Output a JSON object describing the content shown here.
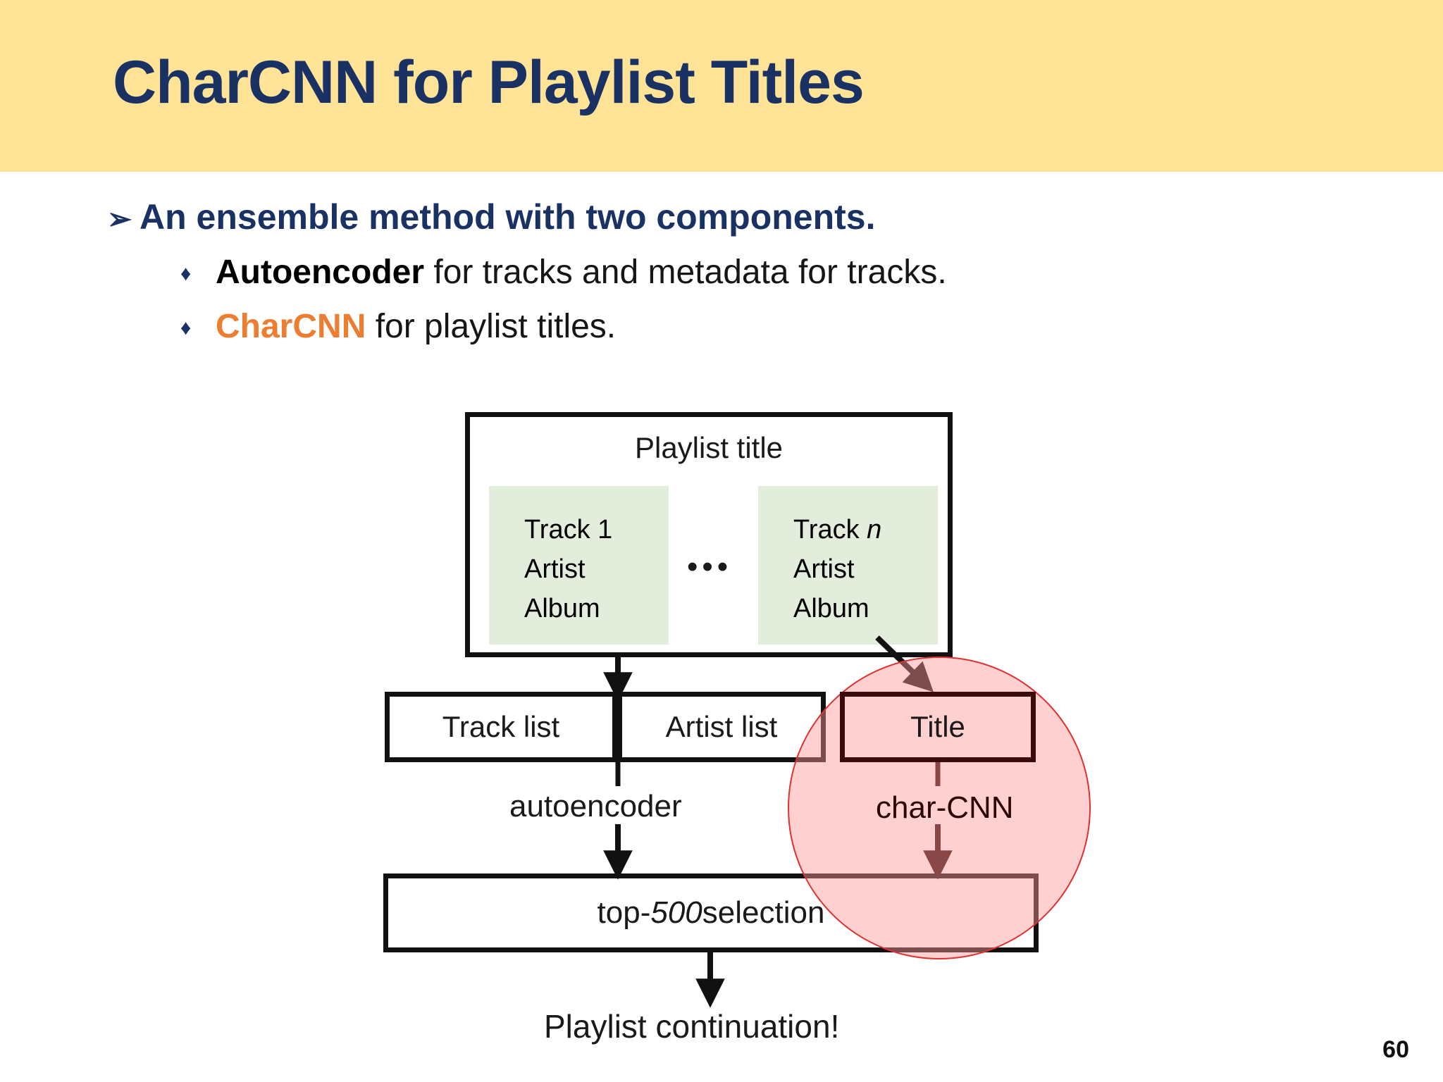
{
  "header": {
    "title": "CharCNN for Playlist Titles",
    "band_color": "#FFE396",
    "title_color": "#1A3263"
  },
  "bullets": {
    "level1": {
      "marker": "➢",
      "text": "An ensemble method with two components."
    },
    "level2": [
      {
        "marker": "♦",
        "lead": "Autoencoder",
        "lead_color": "#000000",
        "rest": " for tracks and metadata for tracks."
      },
      {
        "marker": "♦",
        "lead": "CharCNN",
        "lead_color": "#ED7D31",
        "rest": " for playlist titles."
      }
    ]
  },
  "diagram": {
    "playlist_box": {
      "title": "Playlist title",
      "ellipsis": "•••",
      "cards": [
        {
          "line1_a": "Track ",
          "line1_b": "1",
          "line2": "Artist",
          "line3": "Album"
        },
        {
          "line1_a": "Track ",
          "line1_b": "n",
          "line2": "Artist",
          "line3": "Album"
        }
      ]
    },
    "row2": [
      {
        "label": "Track list"
      },
      {
        "label": "Artist list"
      },
      {
        "label": "Title"
      }
    ],
    "edge_labels": {
      "autoencoder": "autoencoder",
      "charcnn": "char-CNN"
    },
    "top500": {
      "prefix": "top-",
      "number": "500",
      "suffix": " selection"
    },
    "output": "Playlist continuation!",
    "highlight": {
      "fill_color": "#FF9696",
      "stroke_color": "#E03030"
    },
    "card_color": "#E3EDDC"
  },
  "footer": {
    "page_number": "60"
  }
}
